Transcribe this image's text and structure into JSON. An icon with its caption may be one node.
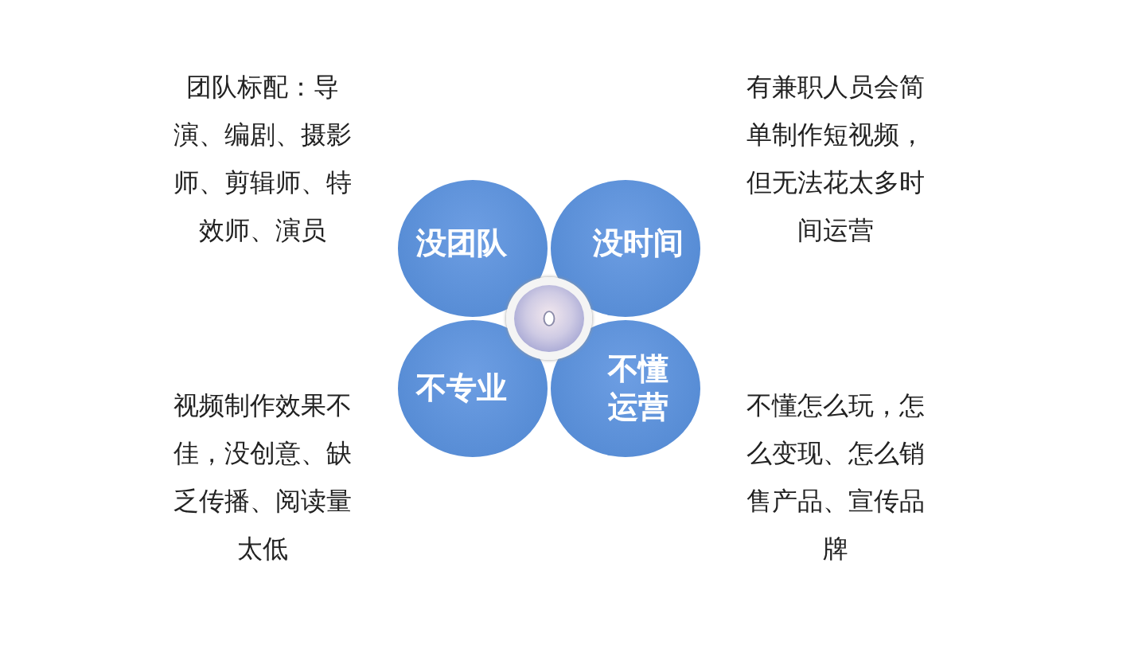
{
  "diagram": {
    "nodes": [
      {
        "text": [
          "没团队"
        ],
        "beside": [
          "团队标配：导演、编剧、摄影师、剪辑师、特效师、演员"
        ]
      },
      {
        "text": [
          "没时间"
        ],
        "beside": [
          "有兼职人员会简单制作短视频，但无法花太多时间运营"
        ]
      },
      {
        "text": [
          "不专业"
        ],
        "beside": [
          "视频制作效果不佳，没创意、缺乏传播、阅读量太低"
        ]
      },
      {
        "text": [
          "不懂运营"
        ],
        "beside": [
          "不懂怎么玩，怎么变现、怎么销售产品、宣传品牌"
        ]
      },
      {
        "text": [],
        "shape": "circle"
      }
    ]
  }
}
